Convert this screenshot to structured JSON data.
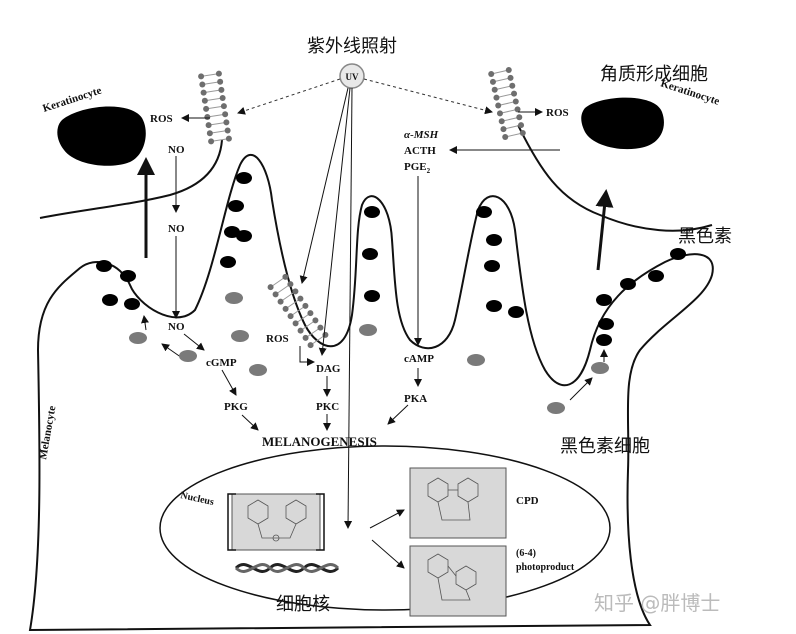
{
  "labels": {
    "uv_zh": "紫外线照射",
    "uv": "UV",
    "keratinocyte_zh": "角质形成细胞",
    "keratinocyte_left": "Keratinocyte",
    "keratinocyte_right": "Keratinocyte",
    "melanin_zh": "黑色素",
    "melanocyte_zh": "黑色素细胞",
    "melanocyte": "Melanocyte",
    "nucleus": "Nucleus",
    "nucleus_zh": "细胞核",
    "ros_left": "ROS",
    "ros_right": "ROS",
    "ros_mid": "ROS",
    "no1": "NO",
    "no2": "NO",
    "no3": "NO",
    "cgmp": "cGMP",
    "pkg": "PKG",
    "dag": "DAG",
    "pkc": "PKC",
    "msh": "α-MSH",
    "acth": "ACTH",
    "pge": "PGE",
    "pge_sub": "2",
    "camp": "cAMP",
    "pka": "PKA",
    "melanogenesis": "MELANOGENESIS",
    "cpd": "CPD",
    "photo1": "(6-4)",
    "photo2": "photoproduct"
  },
  "watermark": "知乎 @胖博士",
  "colors": {
    "melanin": "#000000",
    "melanosome": "#7a7a7a",
    "membrane": "#6e6e6e",
    "box": "#cfcfcf"
  }
}
